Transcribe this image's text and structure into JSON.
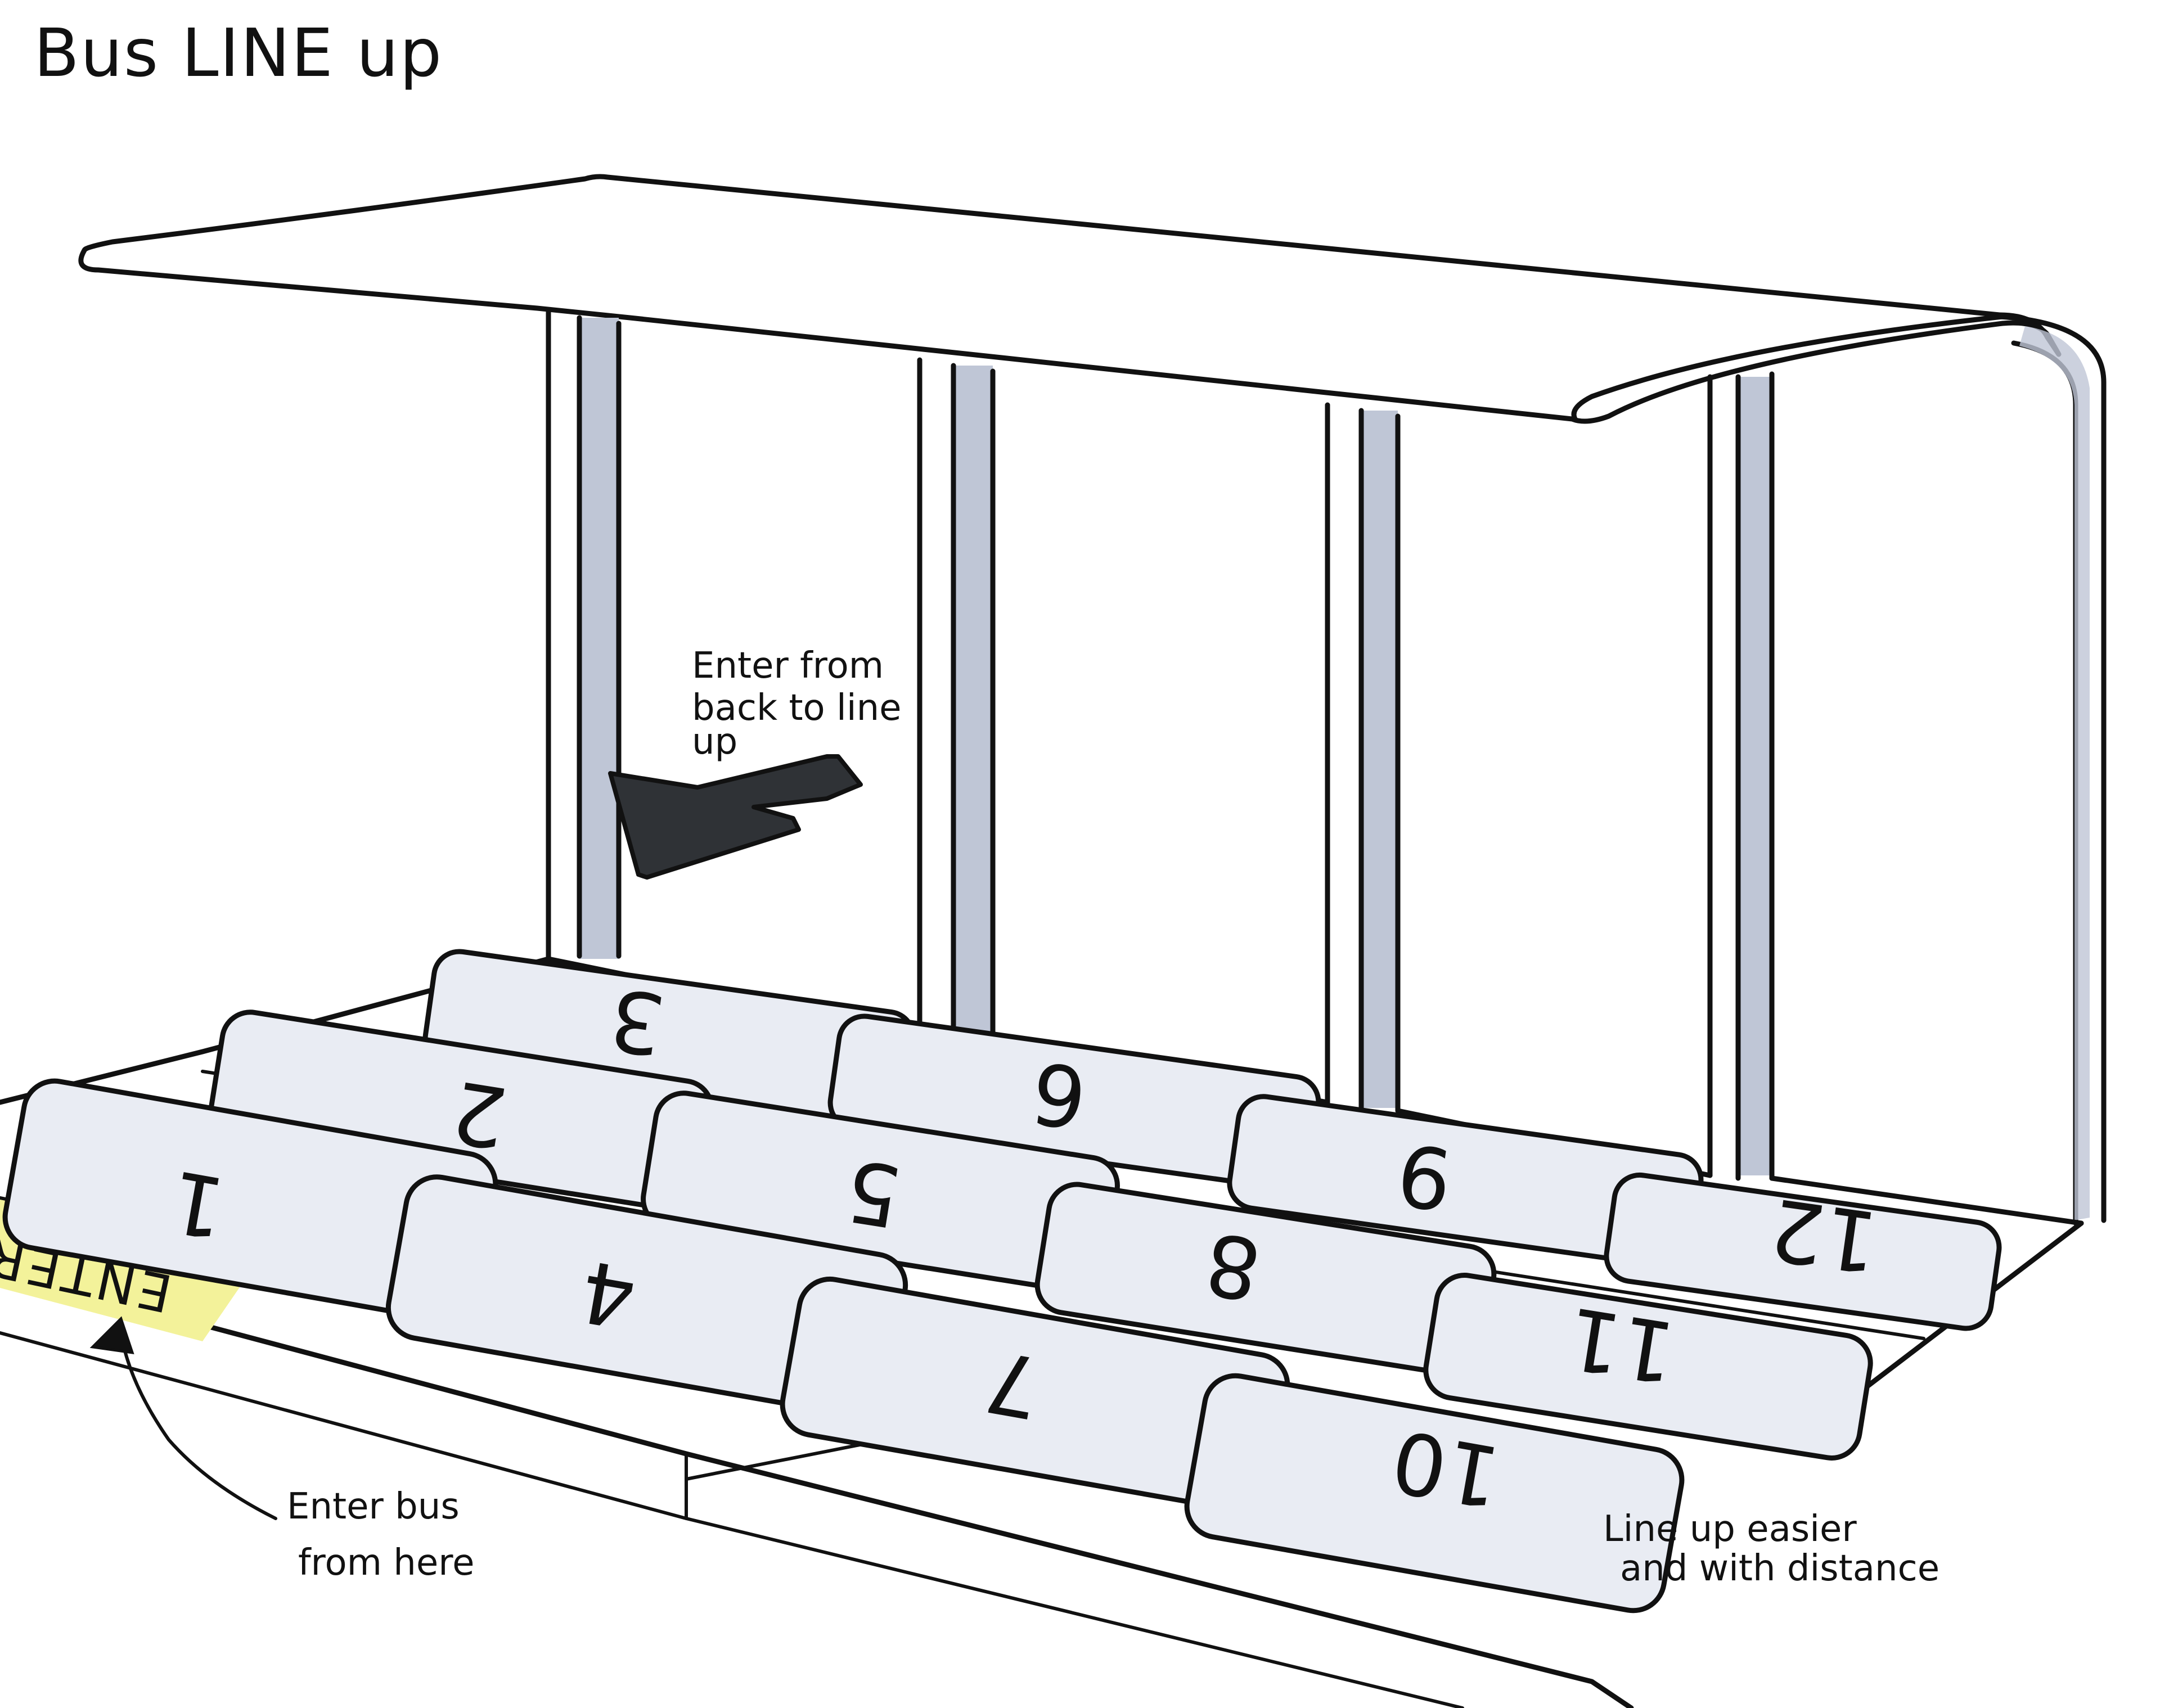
{
  "title": "Bus LINE up",
  "annotations": {
    "back_entry": [
      "Enter from",
      "back to line",
      "up"
    ],
    "bus_entry": [
      "Enter bus",
      "from here"
    ],
    "spacing_note": [
      "Line up easier",
      "and with distance"
    ]
  },
  "enter_label": "ENTER",
  "spots": [
    {
      "number": "1"
    },
    {
      "number": "2"
    },
    {
      "number": "3"
    },
    {
      "number": "4"
    },
    {
      "number": "5"
    },
    {
      "number": "6"
    },
    {
      "number": "7"
    },
    {
      "number": "8"
    },
    {
      "number": "9"
    },
    {
      "number": "10"
    },
    {
      "number": "11"
    },
    {
      "number": "12"
    }
  ],
  "colors": {
    "ink": "#111111",
    "post": "#bfc6d6",
    "spot_fill": "#e9ecf3",
    "enter_highlight": "#f3f29a",
    "arrow_fill": "#2f3236"
  }
}
